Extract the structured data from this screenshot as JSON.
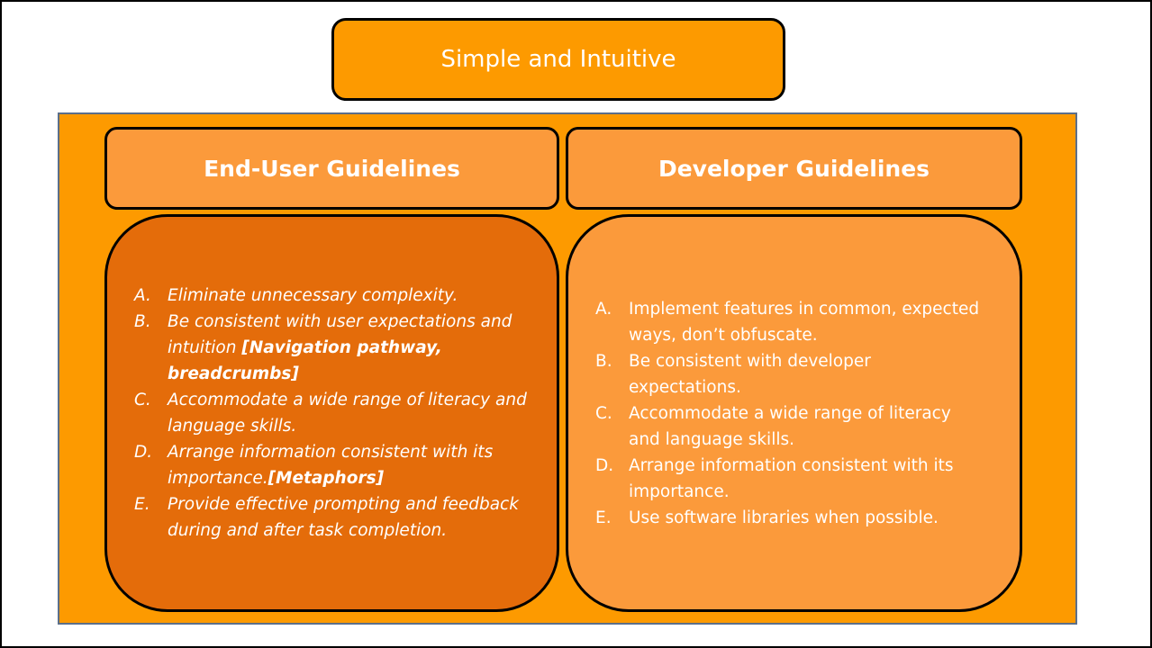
{
  "colors": {
    "title_fill": "#fd9a00",
    "panel_fill": "#fd9a00",
    "header_fill": "#fb9a3b",
    "left_body_fill": "#e46c0a",
    "right_body_fill": "#fb9a3b"
  },
  "title": "Simple and Intuitive",
  "end_user": {
    "heading": "End-User Guidelines",
    "items": [
      {
        "marker": "A.",
        "text": "Eliminate unnecessary complexity.",
        "bold": ""
      },
      {
        "marker": "B.",
        "text": "Be consistent with user expectations and intuition ",
        "bold": "[Navigation pathway, breadcrumbs]"
      },
      {
        "marker": "C.",
        "text": "Accommodate a wide range of literacy and language skills.",
        "bold": ""
      },
      {
        "marker": "D.",
        "text": "Arrange information consistent with its importance.",
        "bold": "[Metaphors]"
      },
      {
        "marker": "E.",
        "text": "Provide effective prompting and feedback during and after task completion.",
        "bold": ""
      }
    ]
  },
  "developer": {
    "heading": "Developer Guidelines",
    "items": [
      {
        "marker": "A.",
        "text": "Implement features in common, expected ways, don’t obfuscate."
      },
      {
        "marker": "B.",
        "text": "Be consistent with developer expectations."
      },
      {
        "marker": "C.",
        "text": "Accommodate a wide range of literacy and language skills."
      },
      {
        "marker": "D.",
        "text": "Arrange information consistent with its importance."
      },
      {
        "marker": "E.",
        "text": "Use software libraries when possible."
      }
    ]
  }
}
